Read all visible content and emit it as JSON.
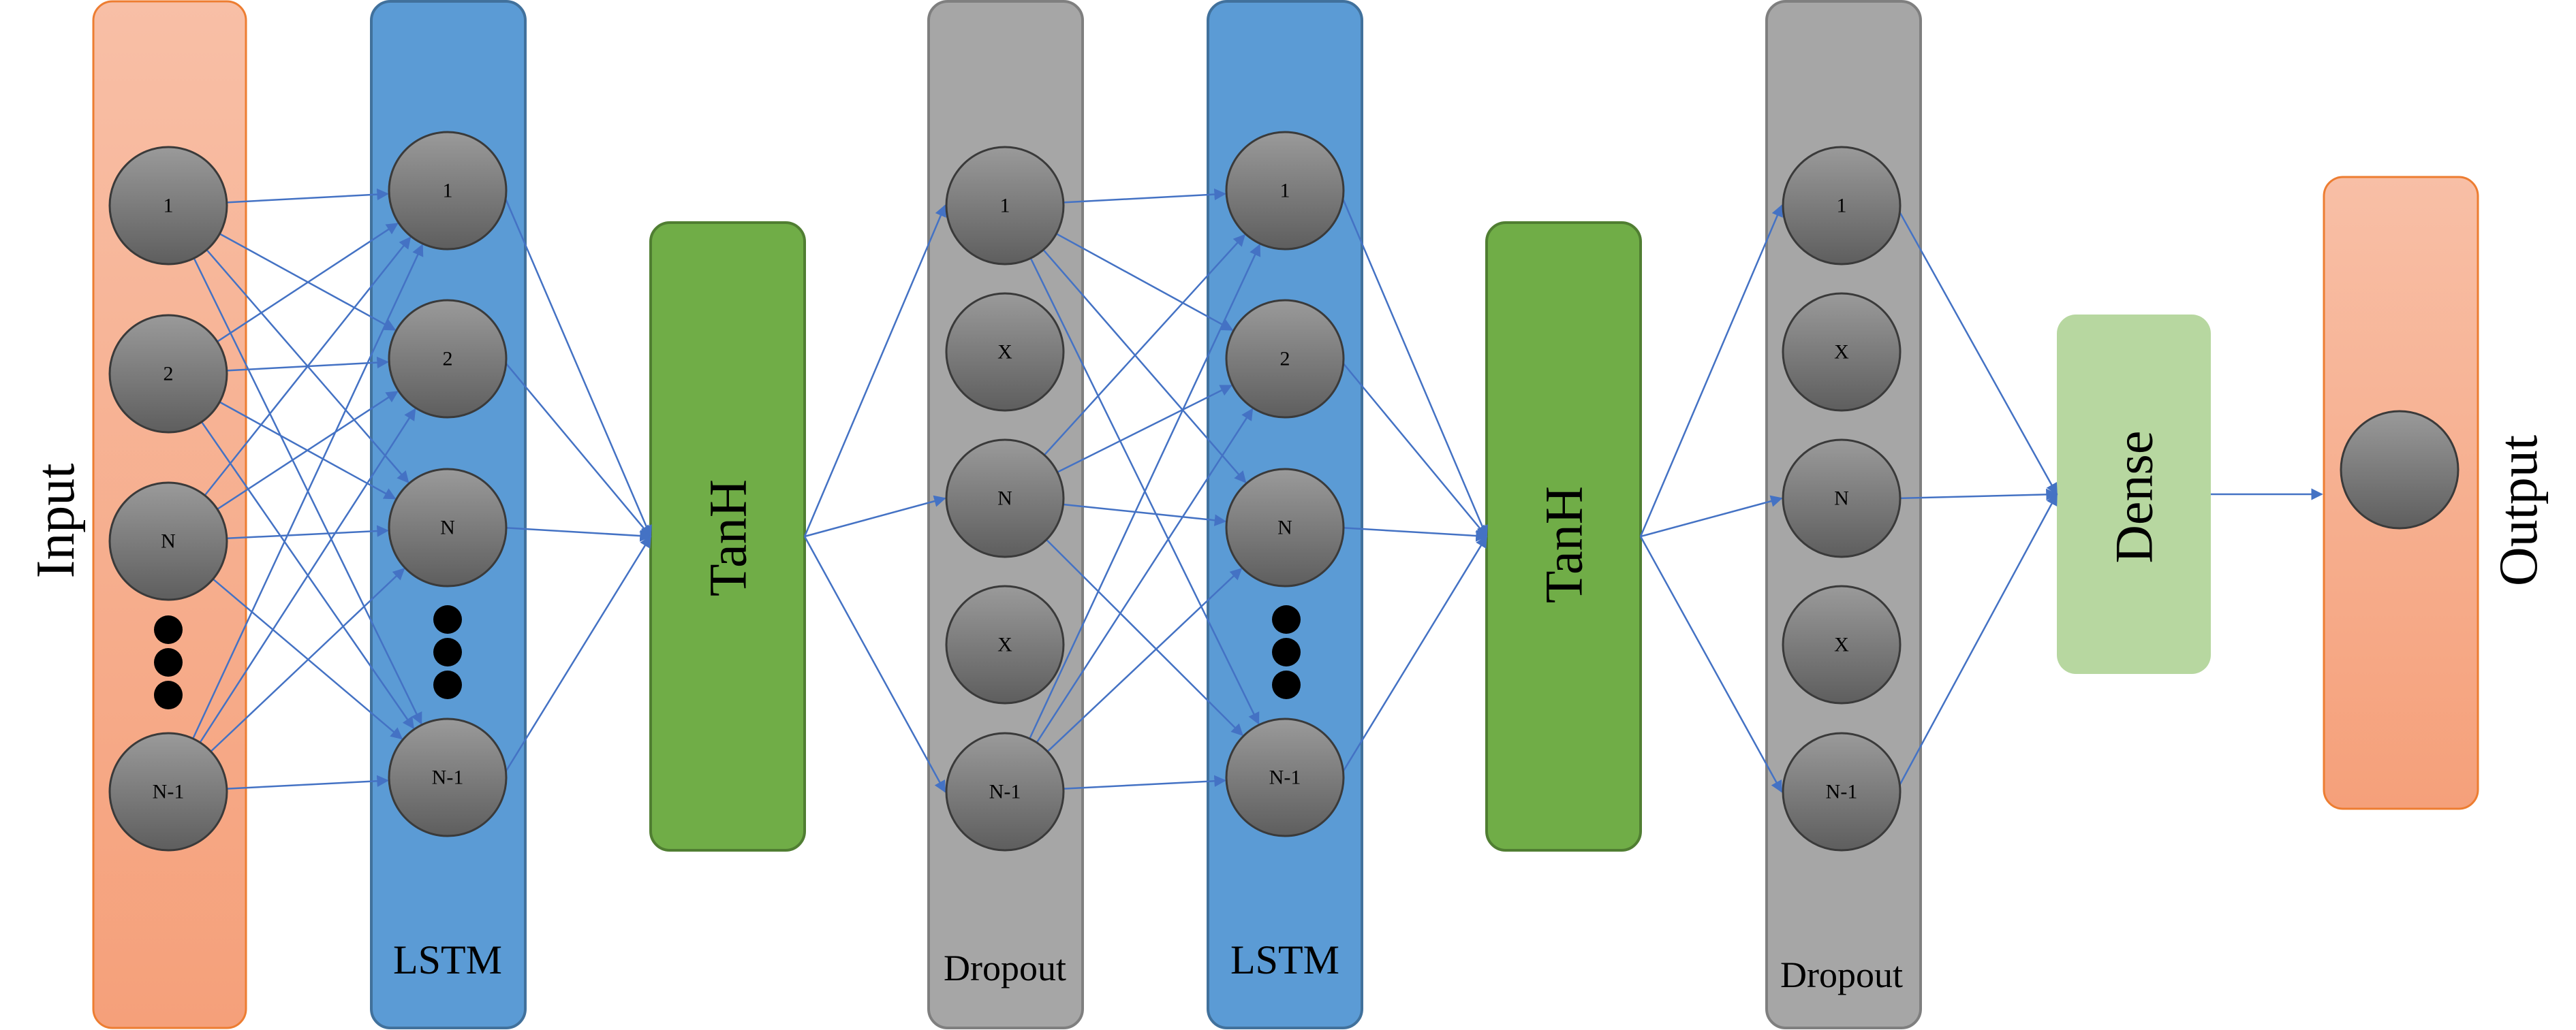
{
  "side_labels": {
    "input": "Input",
    "output": "Output"
  },
  "layers": {
    "input": {
      "nodes": [
        "1",
        "2",
        "N",
        "N-1"
      ]
    },
    "lstm1": {
      "label": "LSTM",
      "nodes": [
        "1",
        "2",
        "N",
        "N-1"
      ]
    },
    "tanh1": {
      "label": "TanH"
    },
    "dropout1": {
      "label": "Dropout",
      "nodes": [
        "1",
        "X",
        "N",
        "X",
        "N-1"
      ]
    },
    "lstm2": {
      "label": "LSTM",
      "nodes": [
        "1",
        "2",
        "N",
        "N-1"
      ]
    },
    "tanh2": {
      "label": "TanH"
    },
    "dropout2": {
      "label": "Dropout",
      "nodes": [
        "1",
        "X",
        "N",
        "X",
        "N-1"
      ]
    },
    "dense": {
      "label": "Dense"
    }
  },
  "colors": {
    "input_panel": "#f6a47f",
    "lstm_panel": "#5b9bd5",
    "tanh_panel": "#70ad47",
    "dropout_panel": "#a6a6a6",
    "dense_panel": "#b7d7a0",
    "arrow": "#4472c4",
    "node_fill": "#7a7a7a"
  }
}
